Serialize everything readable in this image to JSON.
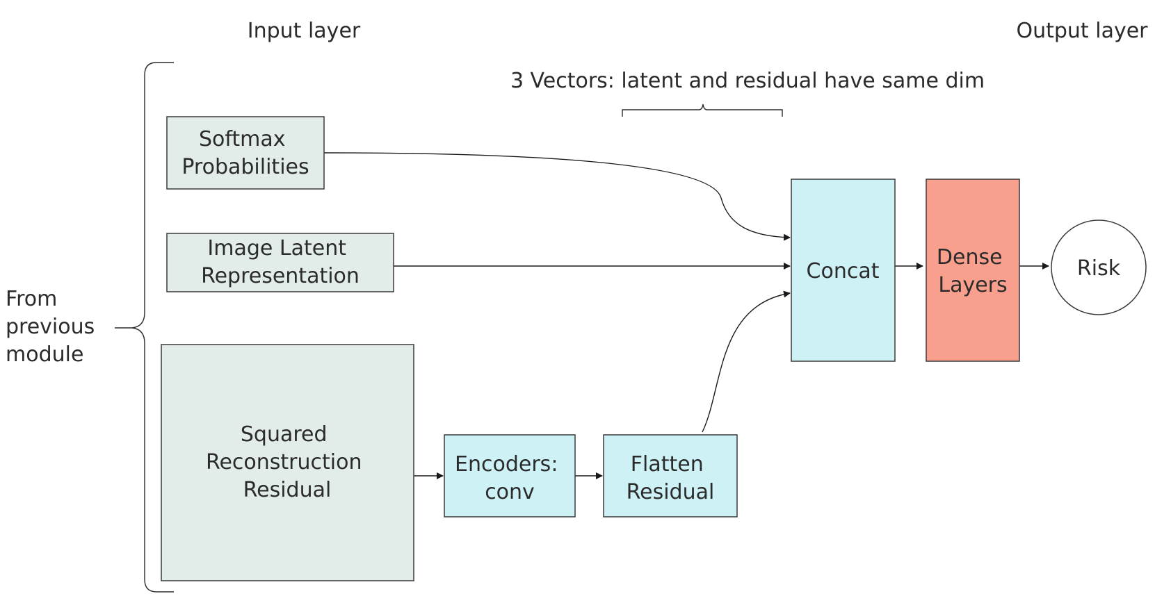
{
  "headers": {
    "input_layer": "Input layer",
    "output_layer": "Output layer",
    "vectors_note": "3 Vectors: latent and residual have same dim",
    "from_previous": [
      "From",
      "previous",
      "module"
    ]
  },
  "nodes": {
    "softmax": [
      "Softmax",
      "Probabilities"
    ],
    "image_latent": [
      "Image Latent",
      "Representation"
    ],
    "squared_residual": [
      "Squared",
      "Reconstruction",
      "Residual"
    ],
    "encoders": [
      "Encoders:",
      "conv"
    ],
    "flatten": [
      "Flatten",
      "Residual"
    ],
    "concat": [
      "Concat"
    ],
    "dense": [
      "Dense",
      "Layers"
    ],
    "risk": [
      "Risk"
    ]
  },
  "colors": {
    "input_box": "#e2ede9",
    "processing_box": "#cdf1f5",
    "dense_box": "#f89f8d",
    "output_circle": "#ffffff"
  }
}
